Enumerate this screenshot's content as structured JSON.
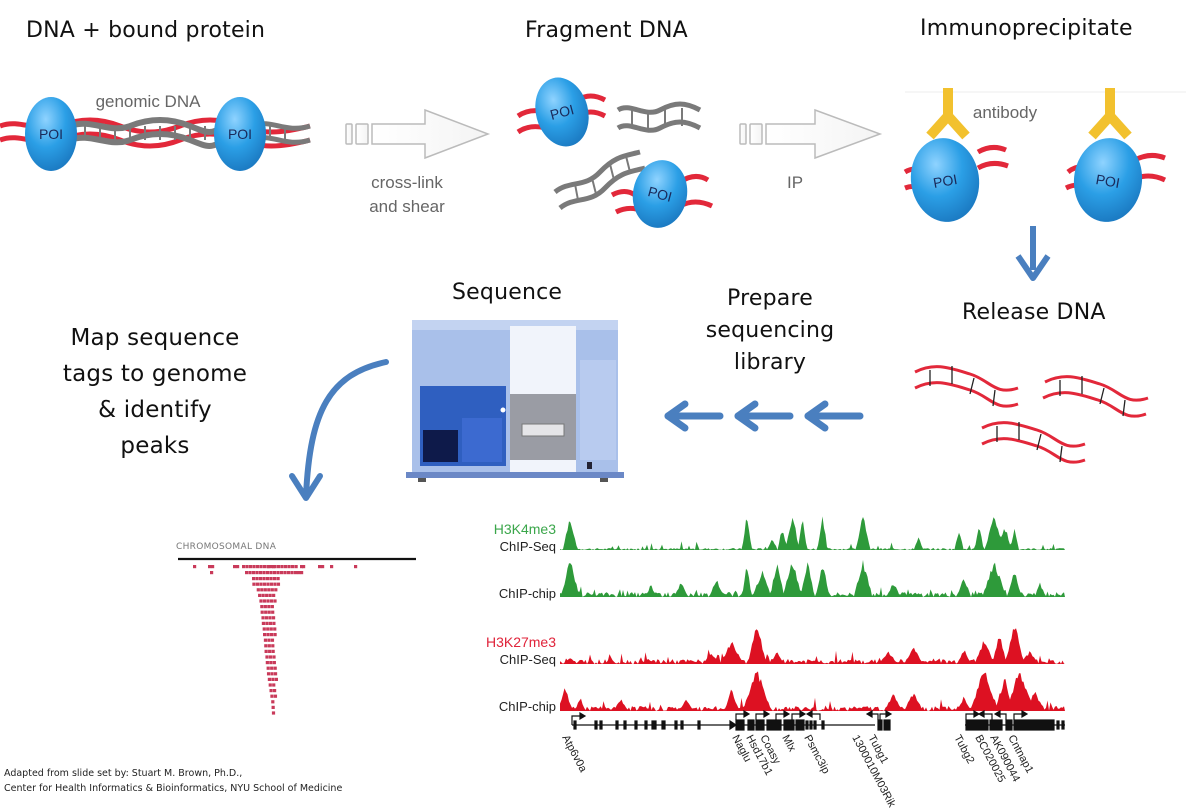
{
  "steps": {
    "dna_bound_protein": "DNA + bound protein",
    "fragment_dna": "Fragment DNA",
    "immunoprecipitate": "Immunoprecipitate",
    "release_dna": "Release DNA",
    "prepare_library": [
      "Prepare",
      "sequencing",
      "library"
    ],
    "sequence": "Sequence",
    "map_tags": [
      "Map sequence",
      "tags to genome",
      "& identify",
      "peaks"
    ]
  },
  "diagram_labels": {
    "genomic_dna": "genomic DNA",
    "poi": "POI",
    "cross_link": [
      "cross-link",
      "and shear"
    ],
    "ip": "IP",
    "antibody": "antibody",
    "chromosomal_dna": "CHROMOSOMAL DNA"
  },
  "tracks": [
    {
      "mark": "H3K4me3",
      "method": "ChIP-Seq",
      "color": "#2e9a3a",
      "mark_color": "#3aa64a"
    },
    {
      "mark": "",
      "method": "ChIP-chip",
      "color": "#2e9a3a",
      "mark_color": "#3aa64a"
    },
    {
      "mark": "H3K27me3",
      "method": "ChIP-Seq",
      "color": "#dd1122",
      "mark_color": "#e0233a"
    },
    {
      "mark": "",
      "method": "ChIP-chip",
      "color": "#dd1122",
      "mark_color": "#e0233a"
    }
  ],
  "genes": [
    "Atp6v0a",
    "Naglu",
    "Hsd17b1",
    "Coasy",
    "Mlx",
    "Psmc3ip",
    "1300010M03Rik",
    "Tubg1",
    "Tubg2",
    "BC020025",
    "AK090044",
    "Cntnap1"
  ],
  "credit": [
    "Adapted from slide set by: Stuart M. Brown, Ph.D.,",
    "Center for Health Informatics & Bioinformatics, NYU School of Medicine"
  ],
  "colors": {
    "poi_blue": "#2b9fe6",
    "dna_red": "#e2283a",
    "dna_gray": "#7a7a7a",
    "antibody_yellow": "#f2c12e",
    "arrow_blue": "#4a7fbf",
    "read_pink": "#c93a5a"
  }
}
